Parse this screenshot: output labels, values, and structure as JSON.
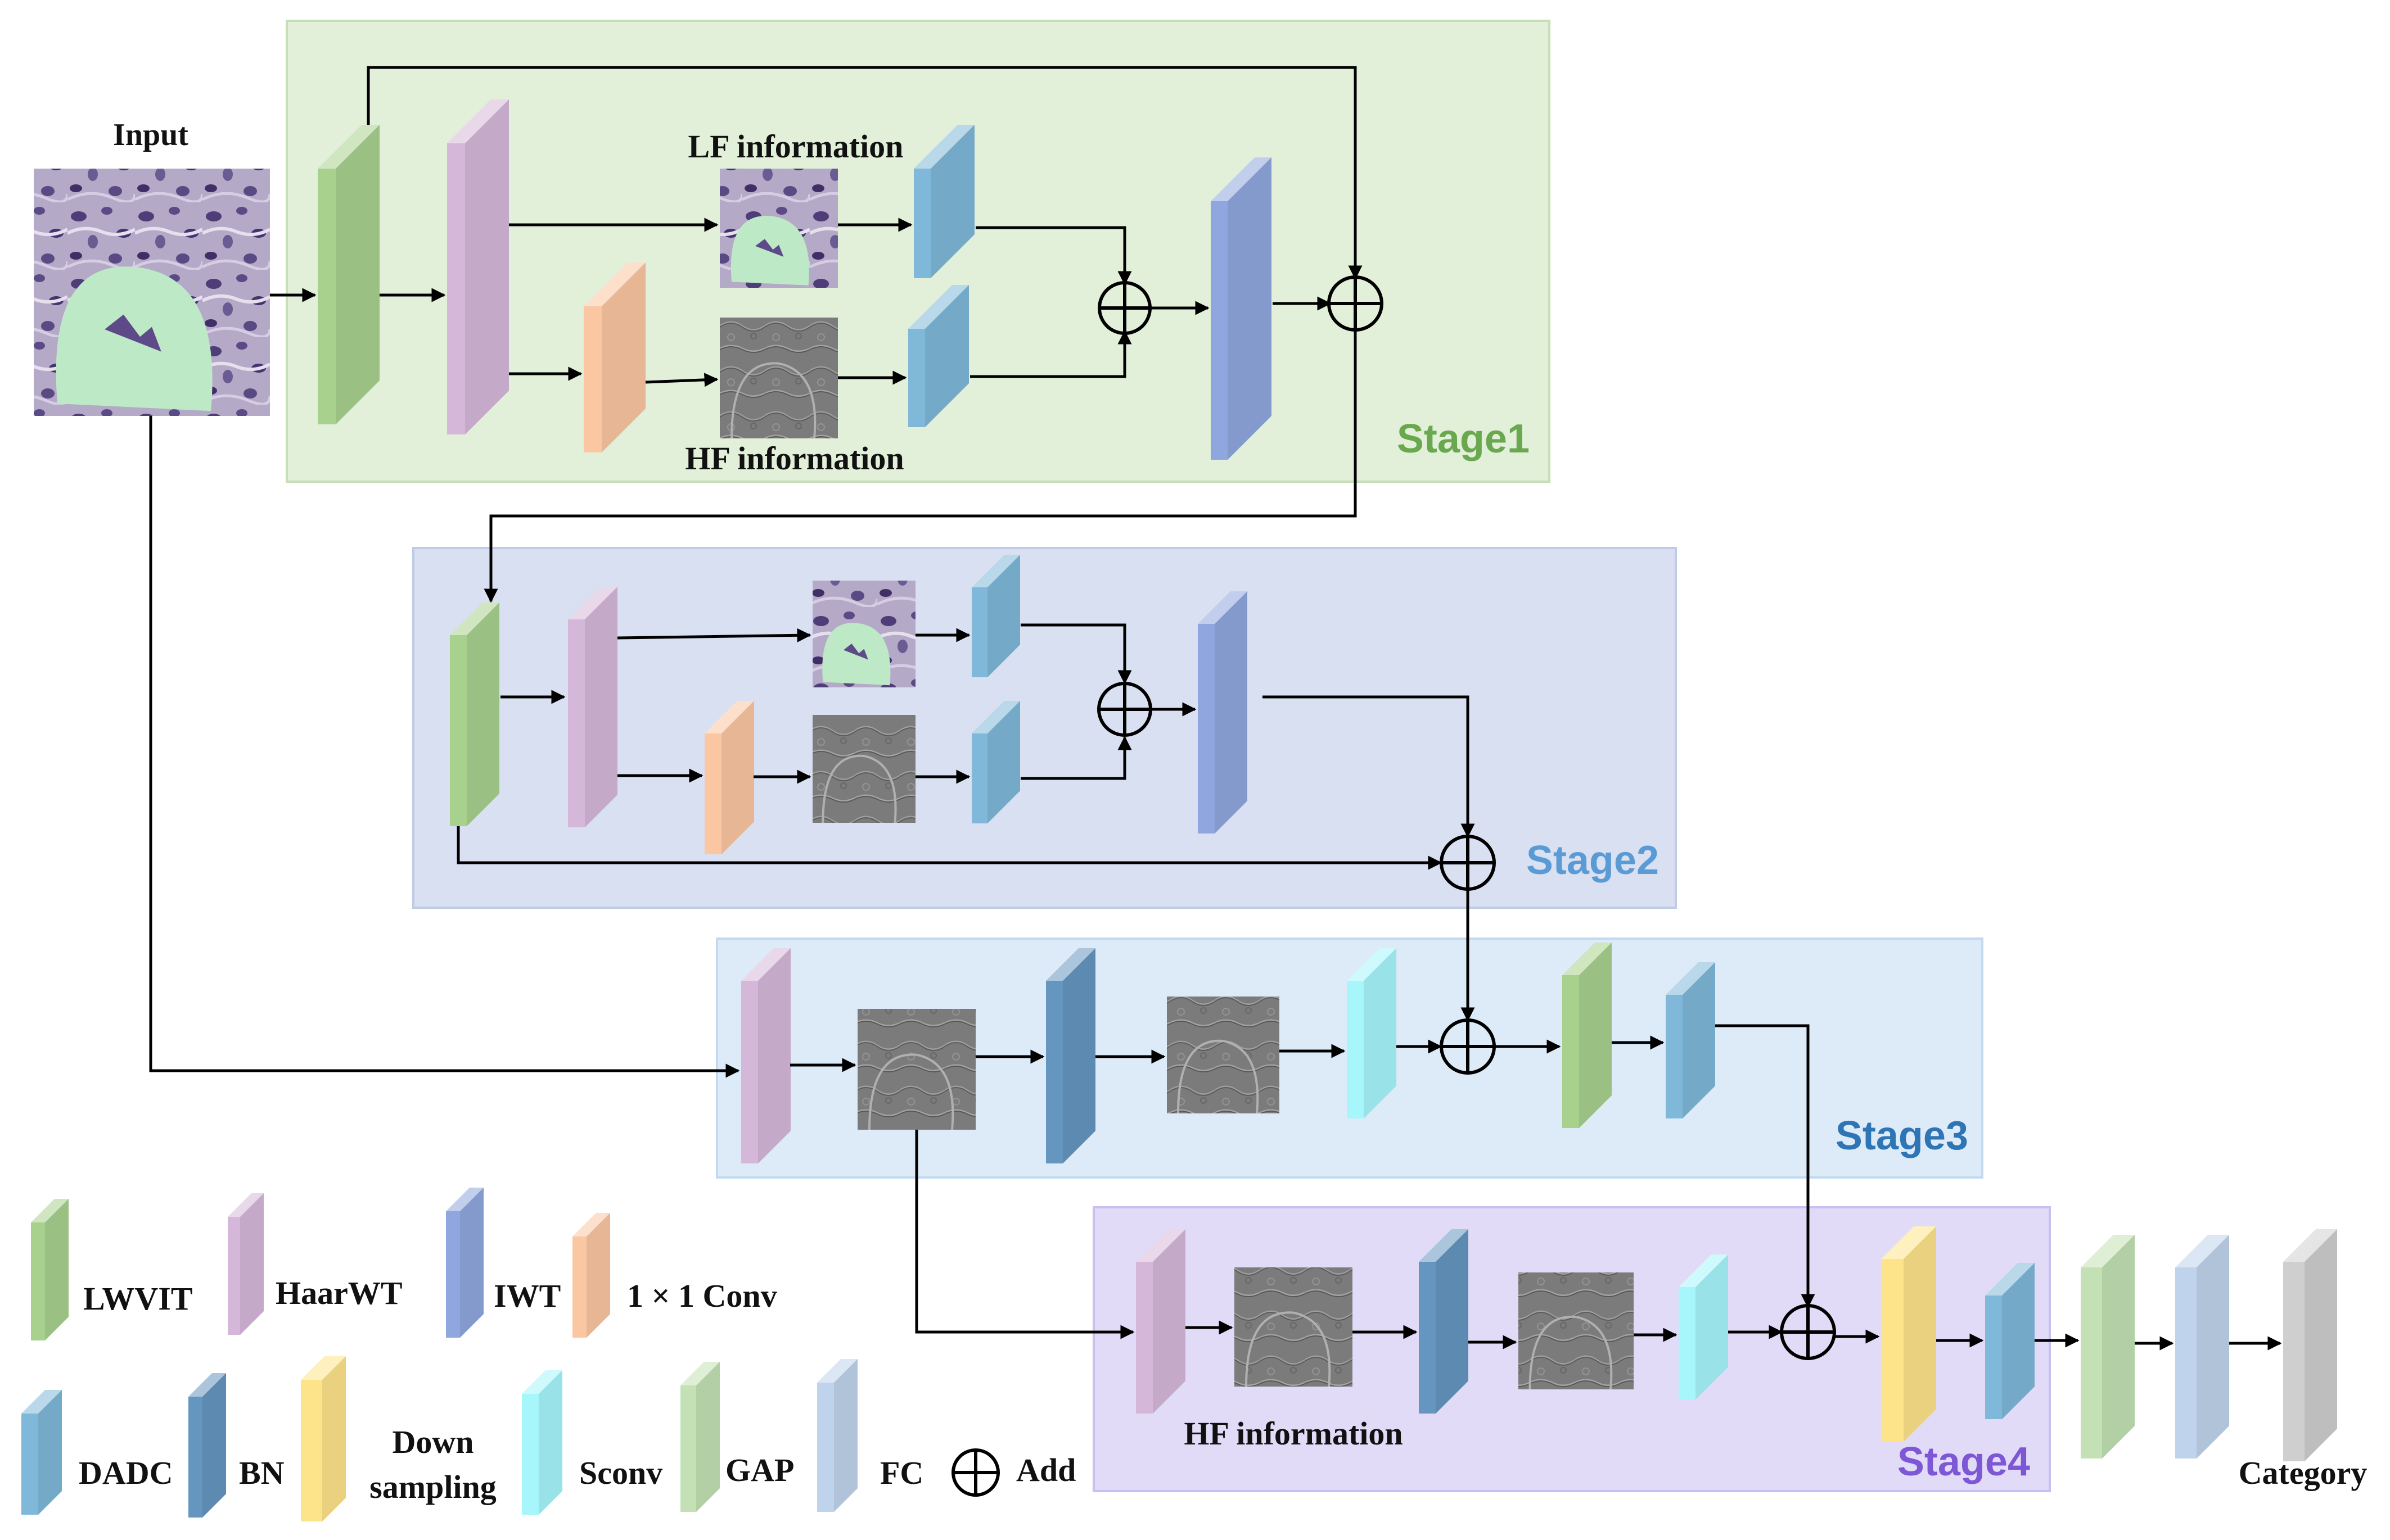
{
  "input": {
    "label": "Input"
  },
  "stage1": {
    "title": "Stage1",
    "title_color": "#6aa84f",
    "bg": "#e2efd9",
    "border": "#c5dfb7",
    "lf_label": "LF information",
    "hf_label": "HF information"
  },
  "stage2": {
    "title": "Stage2",
    "title_color": "#5b9bd5",
    "bg": "#d9e0f1",
    "border": "#c0cbe6"
  },
  "stage3": {
    "title": "Stage3",
    "title_color": "#2e75b6",
    "bg": "#ddeaf7",
    "border": "#c3d9ef"
  },
  "stage4": {
    "title": "Stage4",
    "title_color": "#7e57d6",
    "bg": "#e1dbf7",
    "border": "#c9bff0",
    "hf_label": "HF information"
  },
  "output": {
    "label": "Category"
  },
  "legend": {
    "lwvit": "LWVIT",
    "haarwt": "HaarWT",
    "iwt": "IWT",
    "conv1x1": "1 × 1 Conv",
    "dadc": "DADC",
    "bn": "BN",
    "down_line1": "Down",
    "down_line2": "sampling",
    "sconv": "Sconv",
    "gap": "GAP",
    "fc": "FC",
    "add": "Add"
  },
  "block_colors": {
    "lwvit": "#a9d18e",
    "haarwt": "#d5b8d9",
    "iwt": "#8fa7de",
    "conv1x1": "#fbc7a2",
    "dadc": "#7fb8d9",
    "bn": "#6496c0",
    "downsampling": "#fde38a",
    "sconv": "#a6f6fb",
    "gap": "#c3e1b4",
    "fc": "#bfd4ec",
    "category": "#cfcfcf"
  }
}
